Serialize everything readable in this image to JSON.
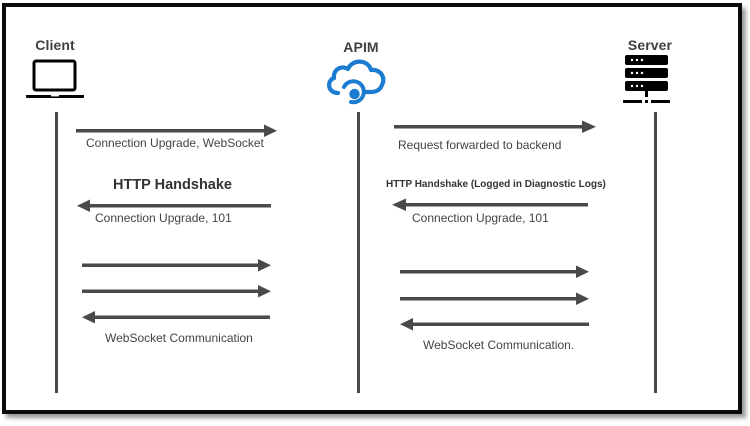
{
  "diagram": {
    "type": "sequence",
    "actors": [
      {
        "id": "client",
        "label": "Client",
        "icon": "laptop-icon"
      },
      {
        "id": "apim",
        "label": "APIM",
        "icon": "cloud-api-management-icon",
        "color": "#1a7bd0"
      },
      {
        "id": "server",
        "label": "Server",
        "icon": "server-rack-icon"
      }
    ],
    "sections": {
      "client_apim_handshake_title": "HTTP Handshake",
      "apim_server_handshake_title": "HTTP Handshake (Logged in Diagnostic Logs)"
    },
    "messages": {
      "client_to_apim_upgrade": {
        "from": "client",
        "to": "apim",
        "label": "Connection Upgrade, WebSocket"
      },
      "apim_to_server_forward": {
        "from": "apim",
        "to": "server",
        "label": "Request forwarded to backend"
      },
      "apim_to_client_101": {
        "from": "apim",
        "to": "client",
        "label": "Connection Upgrade, 101"
      },
      "server_to_apim_101": {
        "from": "server",
        "to": "apim",
        "label": "Connection Upgrade, 101"
      },
      "client_apim_ws": {
        "label": "WebSocket Communication",
        "directions": [
          "right",
          "right",
          "left"
        ]
      },
      "apim_server_ws": {
        "label": "WebSocket Communication.",
        "directions": [
          "right",
          "right",
          "left"
        ]
      }
    },
    "colors": {
      "arrow": "#4a4a4a",
      "frame": "#0a0a0a",
      "apim_icon": "#1a7bd0"
    }
  }
}
